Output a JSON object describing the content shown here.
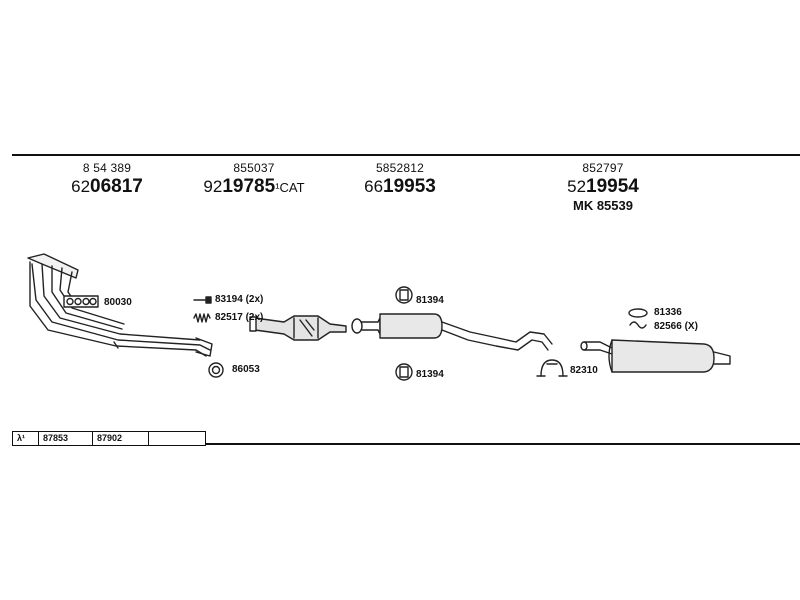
{
  "headers": [
    {
      "small": "8 54 389",
      "prefix": "62",
      "main": "06817",
      "suffix": "",
      "extra": ""
    },
    {
      "small": "855037",
      "prefix": "92",
      "main": "19785",
      "suffix": "¹CAT",
      "extra": ""
    },
    {
      "small": "5852812",
      "prefix": "66",
      "main": "19953",
      "suffix": "",
      "extra": ""
    },
    {
      "small": "852797",
      "prefix": "52",
      "main": "19954",
      "suffix": "",
      "extra": "MK  85539"
    }
  ],
  "labels": {
    "gasket_manifold": "80030",
    "bolt": "83194 (2x)",
    "spring": "82517 (2x)",
    "ring_cat": "86053",
    "hanger_top": "81394",
    "hanger_bottom": "81394",
    "clamp_mid": "82310",
    "ring_rear": "81336",
    "spring_rear": "82566 (X)"
  },
  "table": [
    "λ¹",
    "87853",
    "87902",
    ""
  ]
}
